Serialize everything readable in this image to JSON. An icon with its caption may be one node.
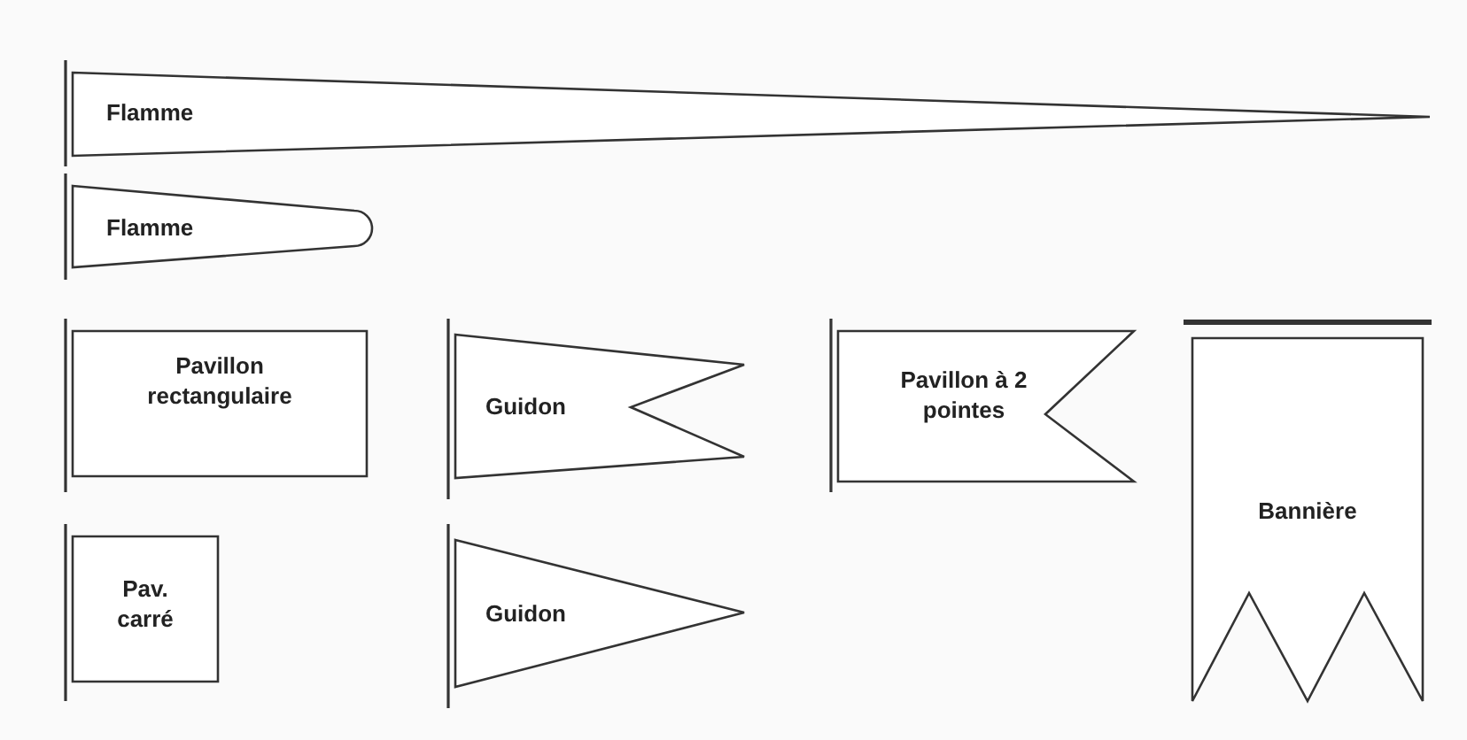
{
  "diagram": {
    "nodes": [
      {
        "text": [
          "Flamme"
        ]
      },
      {
        "text": [
          "Flamme"
        ]
      },
      {
        "text": [
          "Pavillon rectangulaire"
        ]
      },
      {
        "text": [
          "Guidon"
        ]
      },
      {
        "text": [
          "Pavillon à 2 pointes"
        ]
      },
      {
        "text": [
          "Bannière"
        ]
      },
      {
        "text": [
          "Pav. carré"
        ]
      },
      {
        "text": [
          "Guidon"
        ]
      }
    ]
  }
}
